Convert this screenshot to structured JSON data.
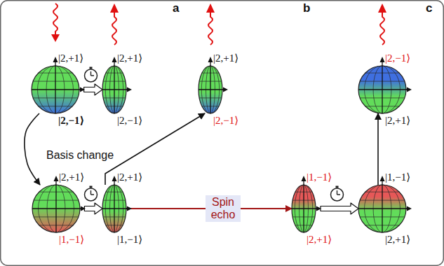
{
  "diagram": {
    "nodes": [
      {
        "text": [
          "a"
        ]
      },
      {
        "text": [
          "|2,+1⟩",
          "|2,−1⟩"
        ],
        "in": 0
      },
      {
        "text": [
          "|2,+1⟩",
          "|2,−1⟩"
        ],
        "in": 0
      },
      {
        "text": [
          "b"
        ]
      },
      {
        "text": [
          "|2,+1⟩",
          "|1,−1⟩"
        ],
        "in": 3
      },
      {
        "text": [
          "|2,+1⟩",
          "|1,−1⟩"
        ],
        "in": 3
      },
      {
        "text": [
          "|2,+1⟩",
          "|2,−1⟩"
        ],
        "in": 3
      },
      {
        "text": [
          "c"
        ]
      },
      {
        "text": [
          "|1,−1⟩",
          "|2,+1⟩"
        ],
        "in": 7
      },
      {
        "text": [
          "|1,−1⟩",
          "|2,+1⟩"
        ],
        "in": 7
      },
      {
        "text": [
          "|2,−1⟩",
          "|2,+1⟩"
        ],
        "in": 7
      }
    ],
    "edges": [
      {
        "from": 1,
        "to": 2,
        "arrow": "to"
      },
      {
        "from": 1,
        "to": 4,
        "arrow": "to",
        "label": "Basis change"
      },
      {
        "from": 4,
        "to": 5,
        "arrow": "to"
      },
      {
        "from": 5,
        "to": 6,
        "arrow": "to"
      },
      {
        "from": 5,
        "to": 8,
        "arrow": "to",
        "label": "Spin echo"
      },
      {
        "from": 8,
        "to": 9,
        "arrow": "to"
      },
      {
        "from": 9,
        "to": 10,
        "arrow": "to"
      }
    ]
  }
}
